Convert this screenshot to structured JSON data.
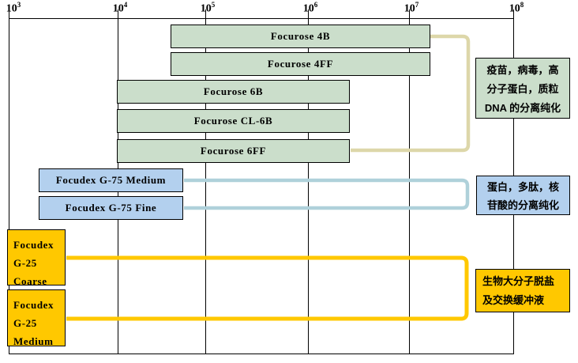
{
  "axis": {
    "scale": "log10",
    "ticks": [
      {
        "base": "10",
        "exp": "3"
      },
      {
        "base": "10",
        "exp": "4"
      },
      {
        "base": "10",
        "exp": "5"
      },
      {
        "base": "10",
        "exp": "6"
      },
      {
        "base": "10",
        "exp": "7"
      },
      {
        "base": "10",
        "exp": "8"
      }
    ]
  },
  "bars": [
    {
      "label": "Focurose 4B"
    },
    {
      "label": "Focurose 4FF"
    },
    {
      "label": "Focurose 6B"
    },
    {
      "label": "Focurose CL-6B"
    },
    {
      "label": "Focurose 6FF"
    },
    {
      "label": "Focudex G-75 Medium"
    },
    {
      "label": "Focudex G-75 Fine"
    },
    {
      "label": "Focudex G-25 Coarse",
      "lines": [
        "Focudex",
        "G-25",
        "Coarse"
      ]
    },
    {
      "label": "Focudex G-25 Medium",
      "lines": [
        "Focudex",
        "G-25",
        "Medium"
      ]
    }
  ],
  "annotations": [
    {
      "id": "focurose-group",
      "lines": [
        "疫苗，病毒，高",
        "分子蛋白，质粒",
        "DNA 的分离纯化"
      ]
    },
    {
      "id": "g75-group",
      "lines": [
        "蛋白，多肽，核",
        "苷酸的分离纯化"
      ]
    },
    {
      "id": "g25-group",
      "lines": [
        "生物大分子脱盐",
        "及交换缓冲液"
      ]
    }
  ],
  "colors": {
    "bar_green": "#cbdecb",
    "bar_blue": "#b3d0ee",
    "bar_yellow": "#ffc800",
    "bracket_khaki": "#ddd7a9",
    "bracket_blue": "#afd1da",
    "bracket_yellow": "#ffc800"
  },
  "chart_data": {
    "type": "bar",
    "subtype": "horizontal-range-gantt",
    "title": "",
    "xlabel": "",
    "ylabel": "",
    "x_scale": "log10",
    "xlim": [
      1000,
      100000000
    ],
    "x_tick_labels": [
      "10^3",
      "10^4",
      "10^5",
      "10^6",
      "10^7",
      "10^8"
    ],
    "grid": "vertical-on",
    "series": [
      {
        "name": "Focurose 4B",
        "range": [
          40000,
          16000000
        ],
        "color": "#cbdecb",
        "group": "agarose"
      },
      {
        "name": "Focurose 4FF",
        "range": [
          40000,
          16000000
        ],
        "color": "#cbdecb",
        "group": "agarose"
      },
      {
        "name": "Focurose 6B",
        "range": [
          10000,
          2600000
        ],
        "color": "#cbdecb",
        "group": "agarose"
      },
      {
        "name": "Focurose CL-6B",
        "range": [
          10000,
          2600000
        ],
        "color": "#cbdecb",
        "group": "agarose"
      },
      {
        "name": "Focurose 6FF",
        "range": [
          10000,
          2600000
        ],
        "color": "#cbdecb",
        "group": "agarose"
      },
      {
        "name": "Focudex G-75 Medium",
        "range": [
          1800,
          56000
        ],
        "color": "#b3d0ee",
        "group": "dextran-g75"
      },
      {
        "name": "Focudex G-75 Fine",
        "range": [
          1800,
          56000
        ],
        "color": "#b3d0ee",
        "group": "dextran-g75"
      },
      {
        "name": "Focudex G-25 Coarse",
        "range": [
          1000,
          3200
        ],
        "color": "#ffc800",
        "group": "dextran-g25"
      },
      {
        "name": "Focudex G-25 Medium",
        "range": [
          1000,
          3200
        ],
        "color": "#ffc800",
        "group": "dextran-g25"
      }
    ],
    "group_annotations": [
      {
        "group": "agarose",
        "text": "疫苗，病毒，高分子蛋白，质粒DNA的分离纯化"
      },
      {
        "group": "dextran-g75",
        "text": "蛋白，多肽，核苷酸的分离纯化"
      },
      {
        "group": "dextran-g25",
        "text": "生物大分子脱盐及交换缓冲液"
      }
    ],
    "legend_position": "none"
  }
}
